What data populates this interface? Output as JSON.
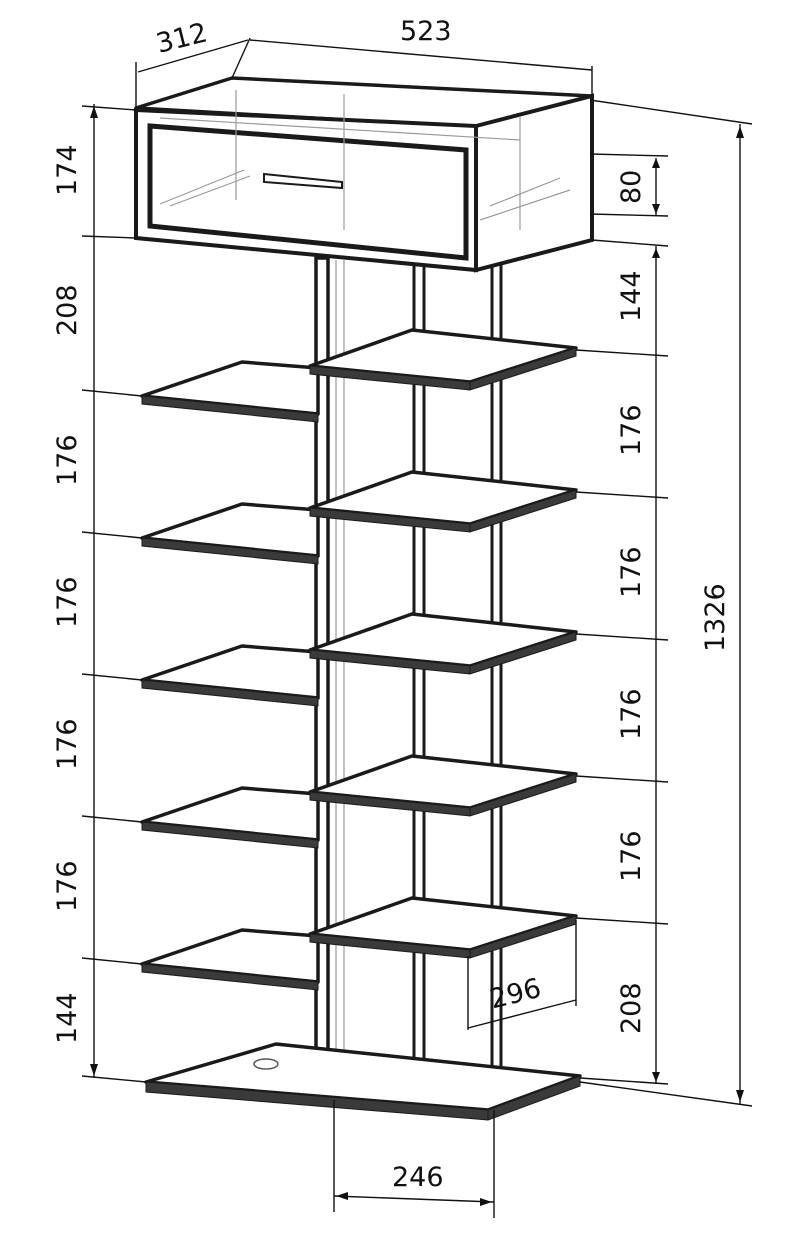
{
  "drawing": {
    "description_labels": {
      "cabinet_depth": "312",
      "cabinet_width": "523",
      "cabinet_height": "174",
      "drawer_height": "80",
      "gap_under_cabinet_right": "144",
      "gap_under_cabinet_left": "208",
      "right_spacing_1": "176",
      "right_spacing_2": "176",
      "right_spacing_3": "176",
      "right_spacing_4": "176",
      "right_bottom_gap": "208",
      "left_spacing_1": "176",
      "left_spacing_2": "176",
      "left_spacing_3": "176",
      "left_spacing_4": "176",
      "left_bottom_gap": "144",
      "total_height": "1326",
      "shelf_depth": "296",
      "post_width": "246"
    }
  }
}
